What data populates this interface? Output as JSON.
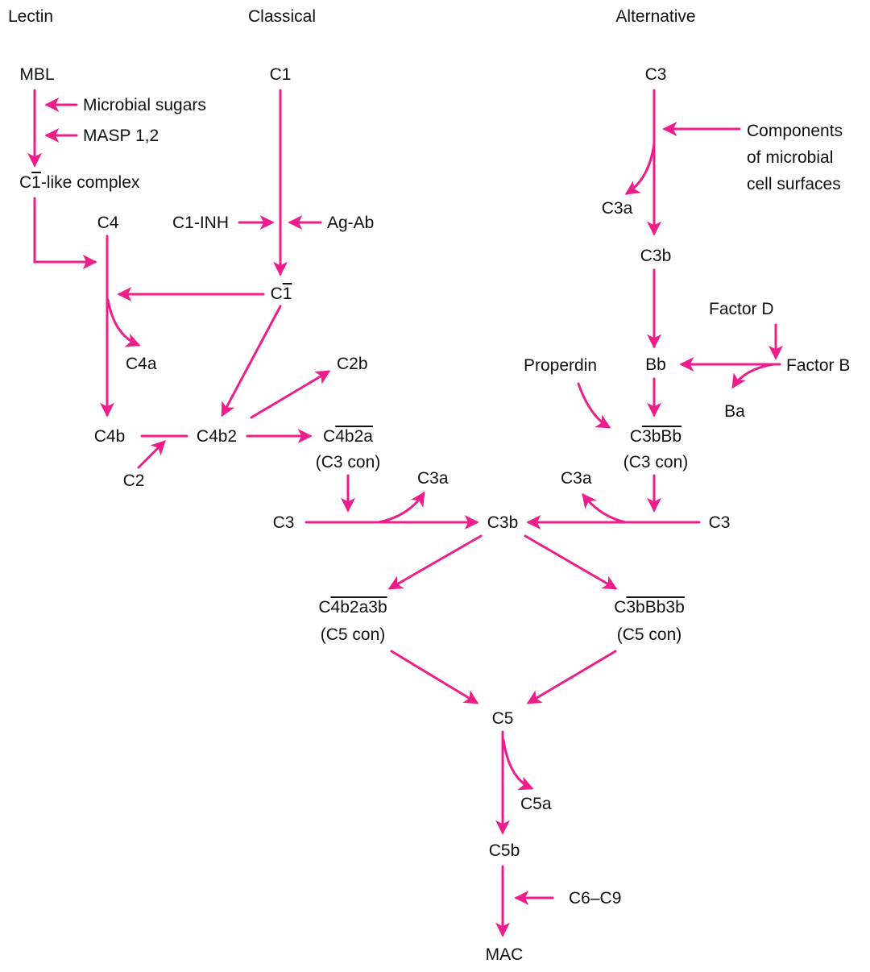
{
  "headers": {
    "lectin": "Lectin",
    "classical": "Classical",
    "alternative": "Alternative"
  },
  "lectin": {
    "mbl": "MBL",
    "microbial_sugars": "Microbial sugars",
    "masp": "MASP 1,2",
    "c1_like_prefix": "C",
    "c1_like_bar": "1",
    "c1_like_suffix": "-like complex"
  },
  "classical": {
    "c1": "C1",
    "c1_inh": "C1-INH",
    "ag_ab": "Ag-Ab",
    "c1bar_prefix": "C",
    "c1bar_bar": "1",
    "c4": "C4",
    "c4a": "C4a",
    "c4b": "C4b",
    "c2": "C2",
    "c4b2": "C4b2",
    "c2b": "C2b",
    "c4b2a_prefix": "C",
    "c4b2a_bar": "4b2a",
    "c3con": "(C3 con)"
  },
  "alternative": {
    "c3": "C3",
    "components_line1": "Components",
    "components_line2": "of microbial",
    "components_line3": "cell surfaces",
    "c3a": "C3a",
    "c3b": "C3b",
    "factor_d": "Factor D",
    "factor_b": "Factor B",
    "bb": "Bb",
    "ba": "Ba",
    "properdin": "Properdin",
    "c3bbb_prefix": "C",
    "c3bbb_bar": "3bBb",
    "c3con": "(C3 con)"
  },
  "common": {
    "c3_left": "C3",
    "c3a_left": "C3a",
    "c3b_center": "C3b",
    "c3a_right": "C3a",
    "c3_right": "C3",
    "c4b2a3b_prefix": "C",
    "c4b2a3b_bar": "4b2a3b",
    "c5con_left": "(C5 con)",
    "c3bbb3b_prefix": "C",
    "c3bbb3b_bar": "3bBb3b",
    "c5con_right": "(C5 con)",
    "c5": "C5",
    "c5a": "C5a",
    "c5b": "C5b",
    "c6c9": "C6–C9",
    "mac": "MAC"
  },
  "colors": {
    "arrow": "#ee1d8b",
    "text": "#111111",
    "background": "#ffffff"
  }
}
